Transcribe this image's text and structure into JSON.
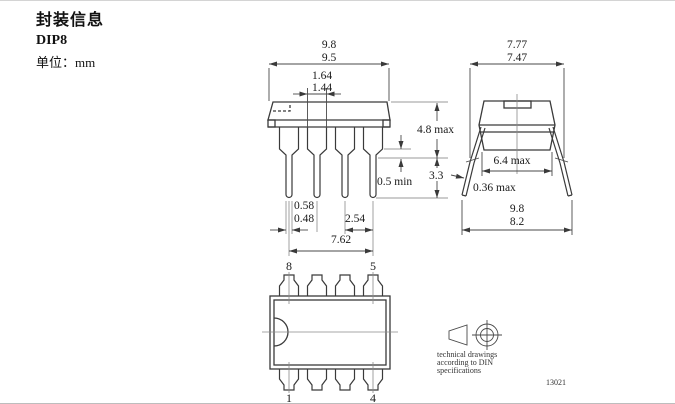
{
  "header": {
    "title": "封装信息",
    "package_name": "DIP8",
    "unit_label": "单位：mm"
  },
  "side_view": {
    "dims": {
      "body_length_max": "9.8",
      "body_length_min": "9.5",
      "shoulder_width_max": "1.64",
      "shoulder_width_min": "1.44",
      "body_height": "4.8 max",
      "standoff": "0.5 min",
      "lead_length": "3.3",
      "lead_width_max": "0.58",
      "lead_width_min": "0.48",
      "lead_pitch": "2.54",
      "lead_row_span": "7.62"
    }
  },
  "end_view": {
    "dims": {
      "upper_span_max": "7.77",
      "upper_span_min": "7.47",
      "body_width": "6.4 max",
      "lead_thickness": "0.36 max",
      "seating_span_max": "9.8",
      "seating_span_min": "8.2"
    }
  },
  "top_view": {
    "pins": {
      "top_left": "8",
      "top_right": "5",
      "bottom_left": "1",
      "bottom_right": "4"
    }
  },
  "footer": {
    "note_lines": [
      "technical drawings",
      "according to DIN",
      "specifications"
    ],
    "doc_number": "13021"
  },
  "colors": {
    "background": "#ffffff",
    "outline": "#3a3a3a",
    "dimension_line": "#4a4a4a",
    "construction_line": "#9a9a9a",
    "text": "#1a1a1a",
    "page_border": "#d4d4d4"
  }
}
